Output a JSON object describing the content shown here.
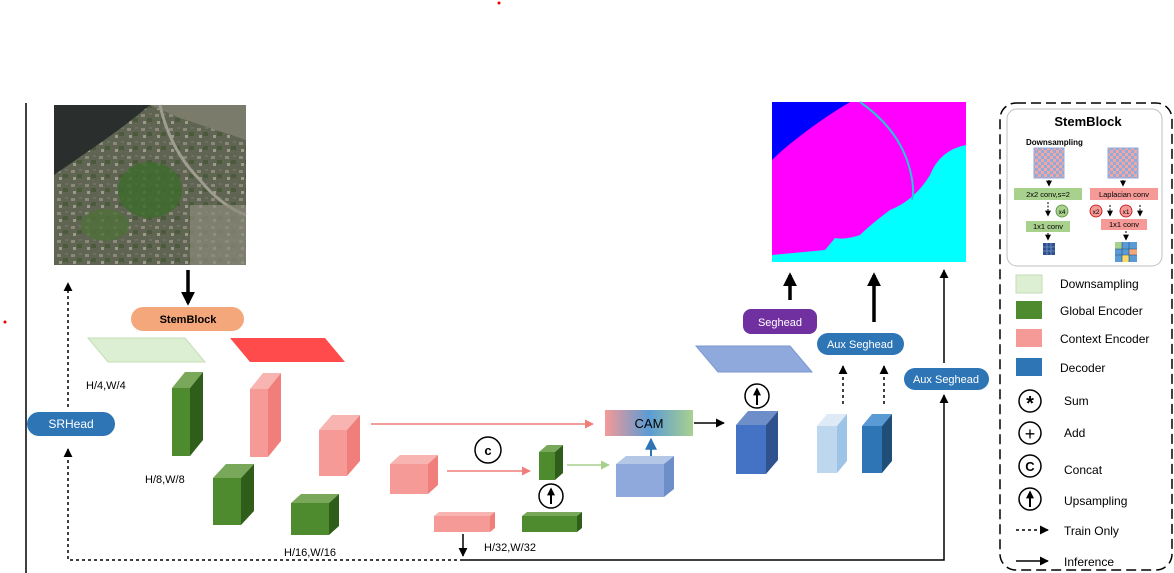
{
  "labels": {
    "stemblock_pill": "StemBlock",
    "srhead": "SRHead",
    "seghead": "Seghead",
    "aux_seghead_top": "Aux Seghead",
    "aux_seghead_right": "Aux Seghead",
    "cam": "CAM",
    "concat_symbol": "c",
    "res_h4": "H/4,W/4",
    "res_h8": "H/8,W/8",
    "res_h16": "H/16,W/16",
    "res_h32": "H/32,W/32"
  },
  "stemblock_inset": {
    "title": "StemBlock",
    "subtitle": "Downsampling",
    "left_op": "2x2 conv,s=2",
    "left_badge": "x4",
    "left_conv": "1x1 conv",
    "right_op": "Laplacian conv",
    "right_badge_a": "x2",
    "right_badge_b": "x1",
    "right_conv": "1x1 conv"
  },
  "legend": [
    {
      "key": "downsampling",
      "label": "Downsampling",
      "color": "#dcefd2"
    },
    {
      "key": "global",
      "label": "Global Encoder",
      "color": "#4e8a2e"
    },
    {
      "key": "context",
      "label": "Context Encoder",
      "color": "#f59a97"
    },
    {
      "key": "decoder",
      "label": "Decoder",
      "color": "#2e75b6"
    },
    {
      "key": "sum",
      "label": "Sum"
    },
    {
      "key": "add",
      "label": "Add"
    },
    {
      "key": "concat",
      "label": "Concat"
    },
    {
      "key": "upsampling",
      "label": "Upsampling"
    },
    {
      "key": "train",
      "label": "Train Only"
    },
    {
      "key": "inference",
      "label": "Inference"
    }
  ],
  "legend_symbols": {
    "sum": "*",
    "add": "+",
    "concat": "C"
  },
  "colors": {
    "green_light": "#dcefd2",
    "green_dark": "#4e8a2e",
    "red_bright": "#ff4b4b",
    "salmon": "#f59a97",
    "blue_light": "#8fa9dc",
    "blue": "#4472c4",
    "blue_dark": "#2e75b6",
    "purple": "#7030a0",
    "stem_orange": "#f4a77a",
    "seg_magenta": "#ff00ff",
    "seg_cyan": "#00ffff",
    "seg_navy": "#0000ff"
  }
}
